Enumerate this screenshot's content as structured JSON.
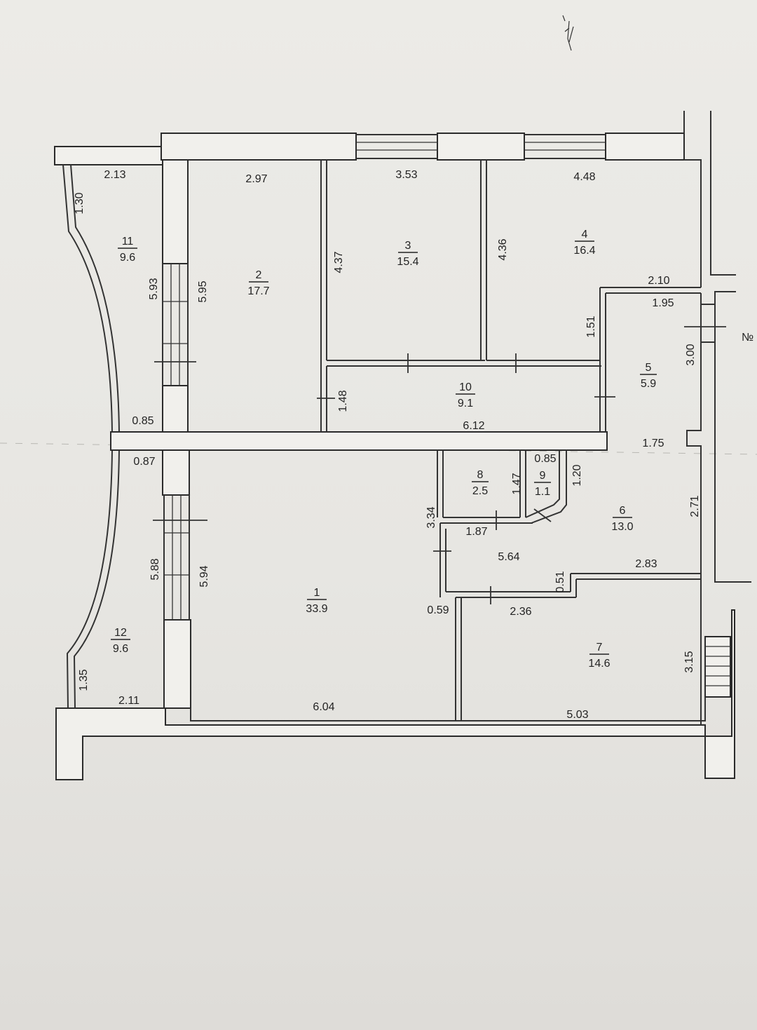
{
  "rooms": [
    {
      "num": "1",
      "area": "33.9"
    },
    {
      "num": "2",
      "area": "17.7"
    },
    {
      "num": "3",
      "area": "15.4"
    },
    {
      "num": "4",
      "area": "16.4"
    },
    {
      "num": "5",
      "area": "5.9"
    },
    {
      "num": "6",
      "area": "13.0"
    },
    {
      "num": "7",
      "area": "14.6"
    },
    {
      "num": "8",
      "area": "2.5"
    },
    {
      "num": "9",
      "area": "1.1"
    },
    {
      "num": "10",
      "area": "9.1"
    },
    {
      "num": "11",
      "area": "9.6"
    },
    {
      "num": "12",
      "area": "9.6"
    }
  ],
  "dims_h": [
    "2.13",
    "2.97",
    "3.53",
    "4.48",
    "2.10",
    "1.95",
    "0.85",
    "6.12",
    "1.75",
    "0.87",
    "0.85",
    "1.87",
    "5.64",
    "2.83",
    "0.59",
    "2.36",
    "2.11",
    "6.04",
    "5.03"
  ],
  "dims_v": [
    "1.30",
    "5.93",
    "5.95",
    "4.37",
    "4.36",
    "1.51",
    "3.00",
    "1.48",
    "1.47",
    "1.20",
    "3.34",
    "2.71",
    "5.88",
    "5.94",
    "0.51",
    "1.35",
    "3.15"
  ],
  "edge_mark": "№"
}
